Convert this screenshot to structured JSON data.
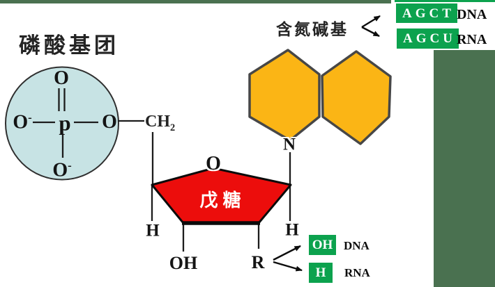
{
  "colors": {
    "background": "#ffffff",
    "accent_green": "#0ca24e",
    "slide_green": "#4a7150",
    "base_yellow": "#fbb515",
    "base_border": "#474747",
    "sugar_red": "#ec0d0c",
    "phosphate_blue": "#c7e3e4",
    "line_black": "#1c1c1c",
    "text_white": "#ffffff"
  },
  "phosphate": {
    "label": "磷酸基团",
    "atom_top": "O",
    "atom_left": "O",
    "atom_left_charge": "-",
    "atom_center": "p",
    "atom_right": "O",
    "atom_bottom": "O",
    "atom_bottom_charge": "-"
  },
  "linker": {
    "ch": "CH",
    "sub": "2"
  },
  "sugar": {
    "label": "戊糖",
    "ring_oxygen": "O",
    "h_left": "H",
    "h_right": "H",
    "hydroxyl": "OH",
    "r_group": "R"
  },
  "base": {
    "label": "含氮碱基",
    "nitrogen": "N",
    "options": [
      {
        "letters": "AGCT",
        "molecule": "DNA"
      },
      {
        "letters": "AGCU",
        "molecule": "RNA"
      }
    ]
  },
  "r_options": [
    {
      "group": "OH",
      "molecule": "DNA"
    },
    {
      "group": "H",
      "molecule": "RNA"
    }
  ]
}
